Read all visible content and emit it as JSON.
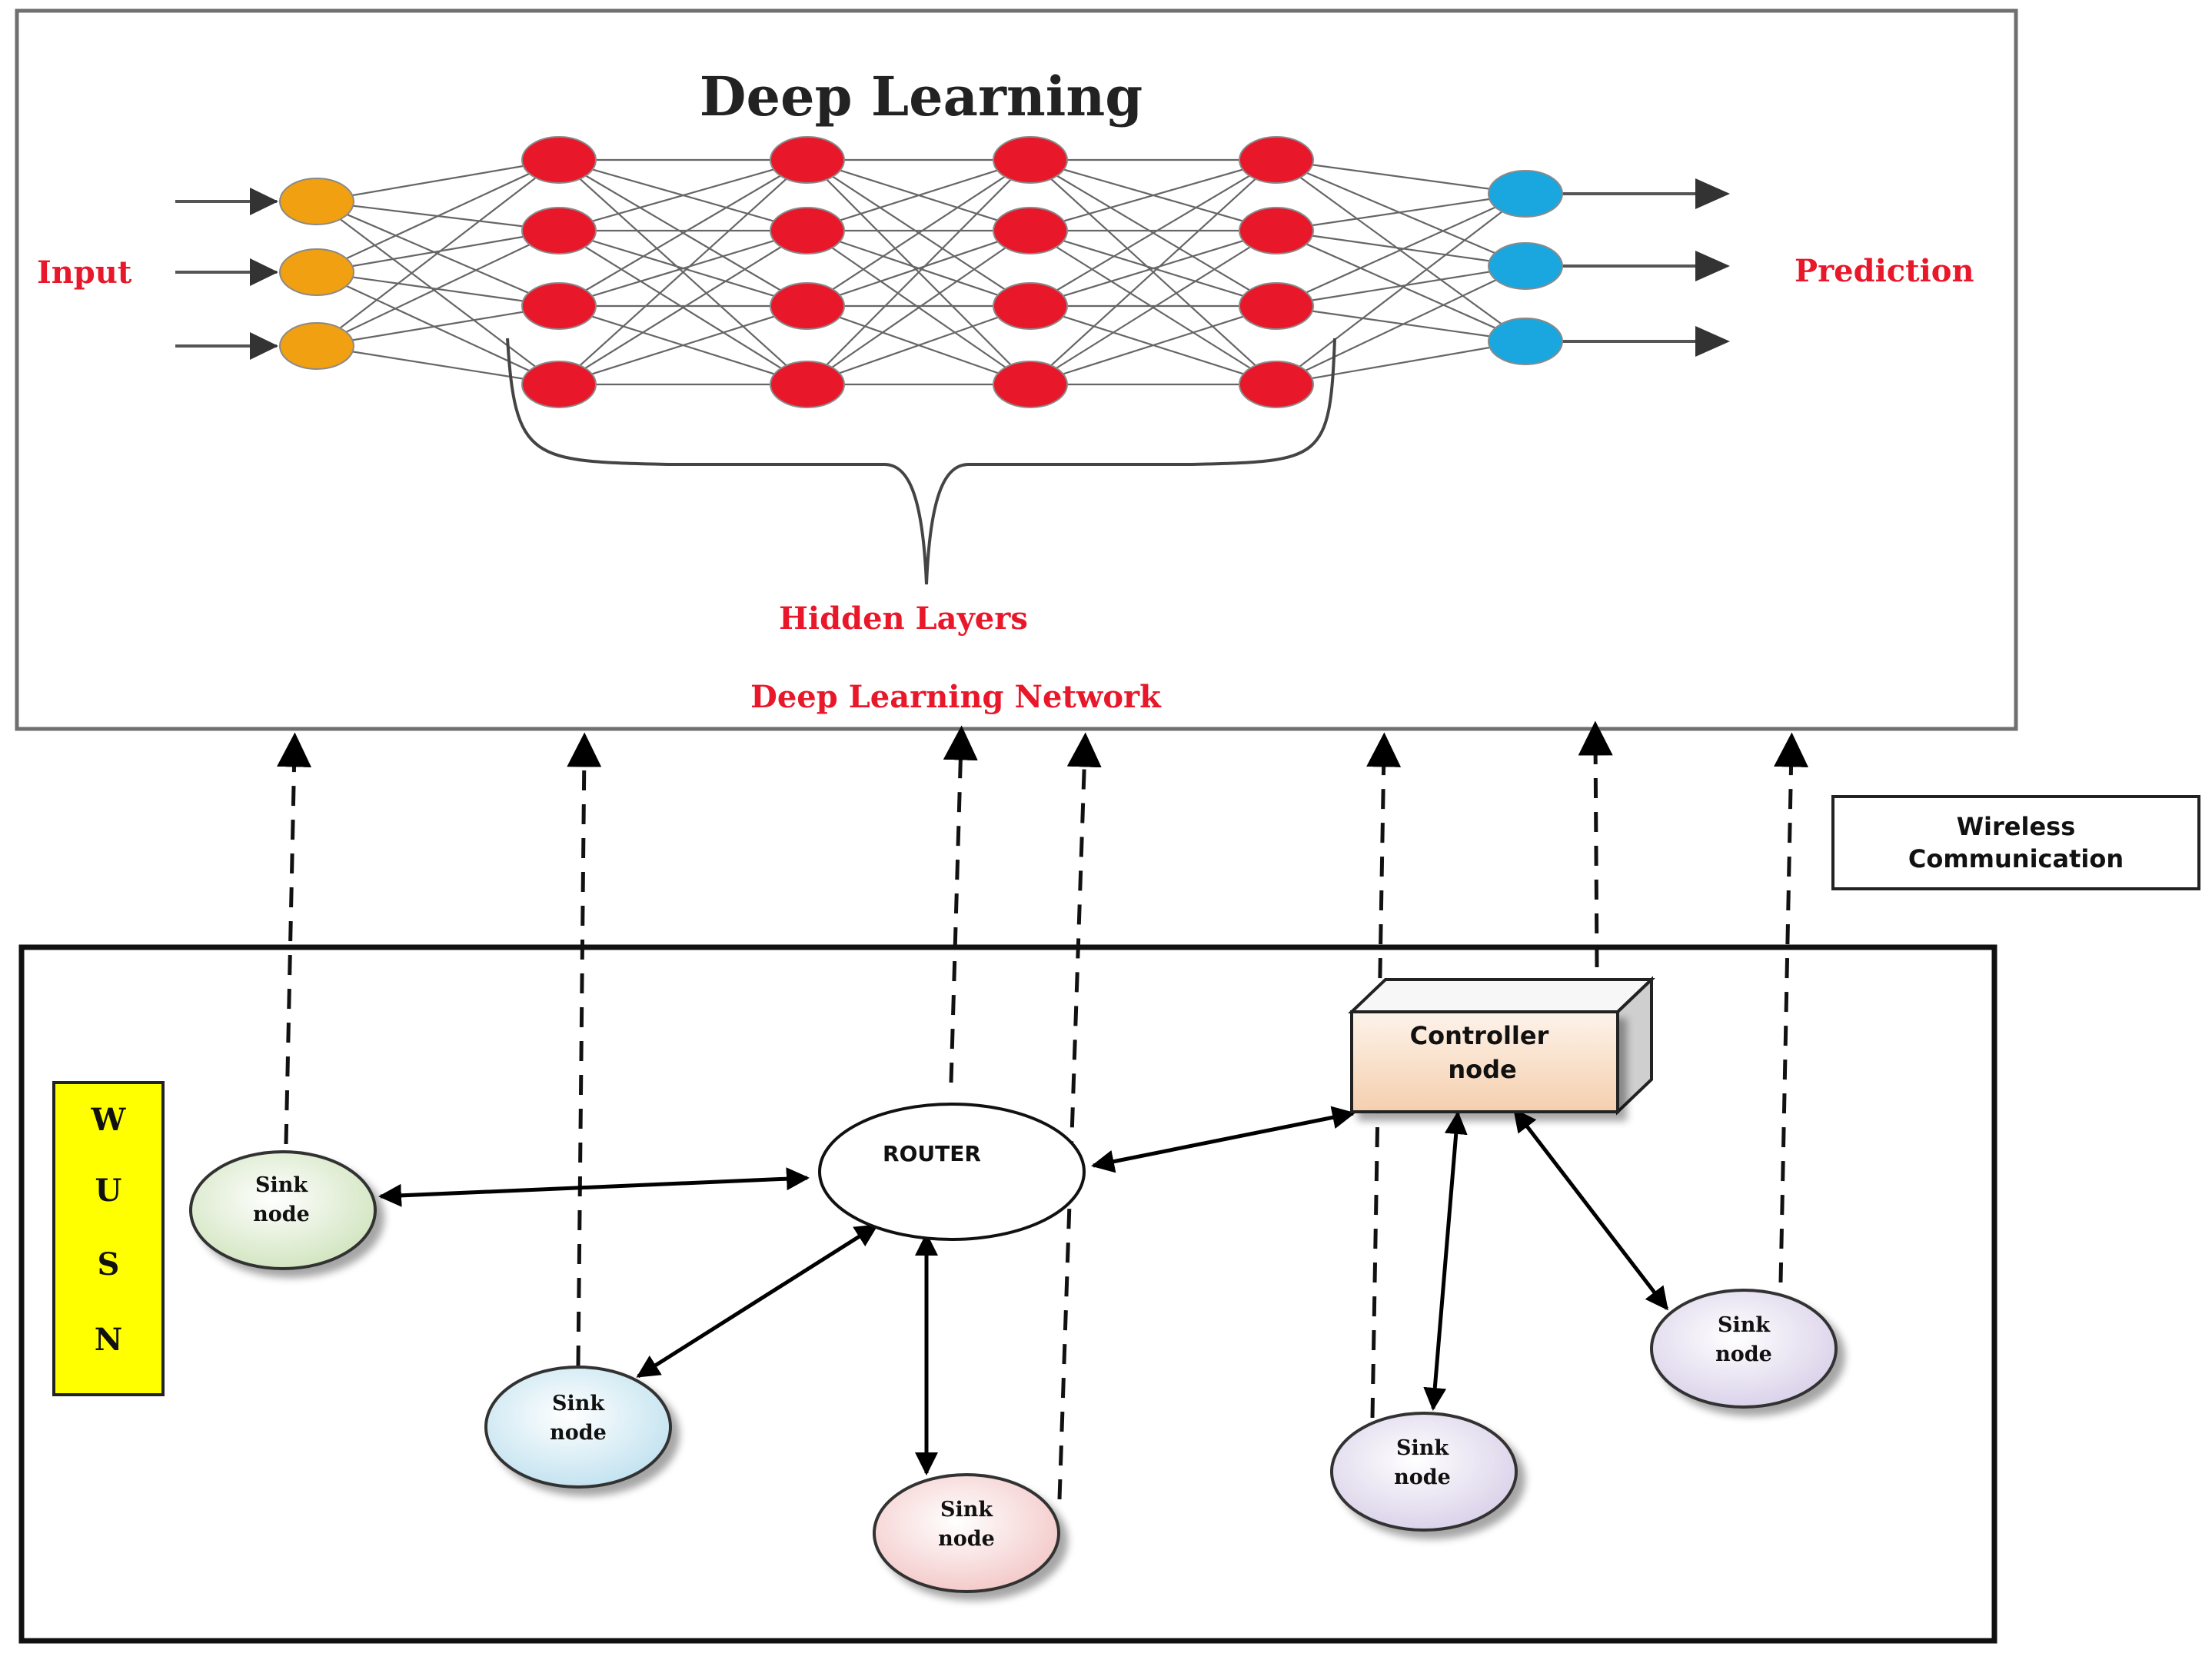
{
  "diagram": {
    "deep_learning": {
      "title": "Deep Learning",
      "input_label": "Input",
      "prediction_label": "Prediction",
      "hidden_layers_label": "Hidden Layers",
      "network_label": "Deep Learning Network",
      "colors": {
        "input_node": "#f0a010",
        "hidden_node": "#e8182a",
        "output_node": "#1aa6de",
        "label_red": "#e8182a"
      }
    },
    "wireless_box": {
      "line1": "Wireless",
      "line2": "Communication"
    },
    "wusn": {
      "letters": [
        "W",
        "U",
        "S",
        "N"
      ],
      "color": "#ffff00"
    },
    "router_label": "ROUTER",
    "controller": {
      "line1": "Controller",
      "line2": "node"
    },
    "sink_nodes": [
      {
        "line1": "Sink",
        "line2": "node",
        "color": "#cfe3bc"
      },
      {
        "line1": "Sink",
        "line2": "node",
        "color": "#bfe1ef"
      },
      {
        "line1": "Sink",
        "line2": "node",
        "color": "#f3c6c6"
      },
      {
        "line1": "Sink",
        "line2": "node",
        "color": "#d8cfe8"
      },
      {
        "line1": "Sink",
        "line2": "node",
        "color": "#d8cfe8"
      }
    ]
  }
}
